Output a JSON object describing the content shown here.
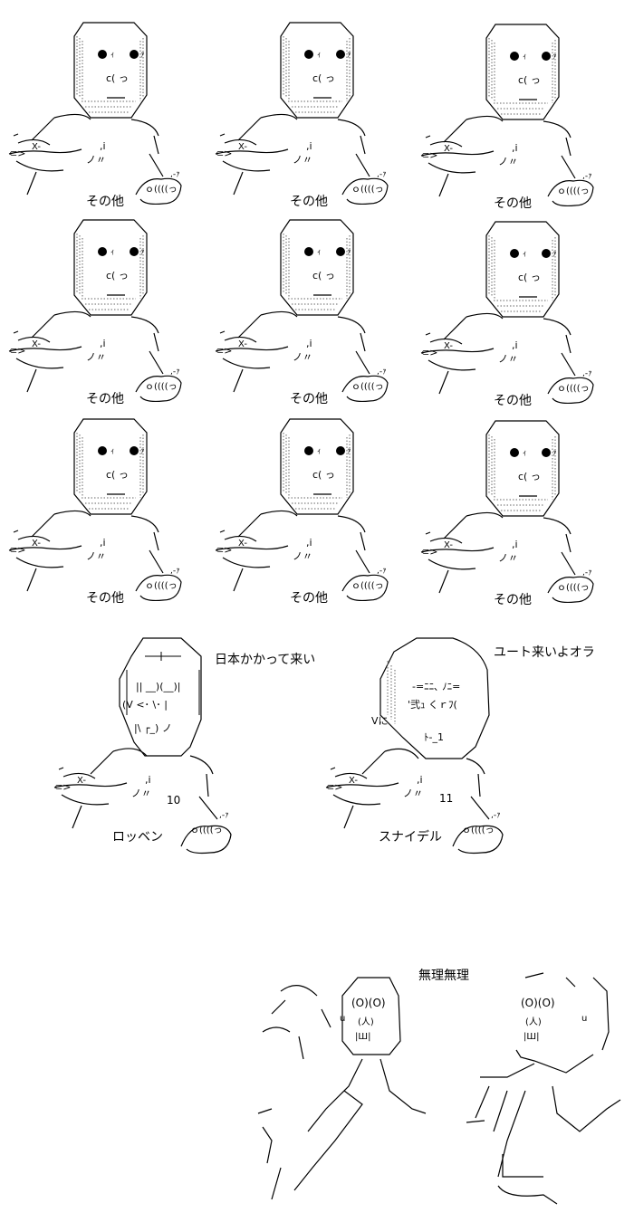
{
  "grid_figures": [
    {
      "label": "その他"
    },
    {
      "label": "その他"
    },
    {
      "label": "その他"
    },
    {
      "label": "その他"
    },
    {
      "label": "その他"
    },
    {
      "label": "その他"
    },
    {
      "label": "その他"
    },
    {
      "label": "その他"
    },
    {
      "label": "その他"
    }
  ],
  "robben": {
    "shout": "日本かかって来い",
    "number": "10",
    "name": "ロッベン"
  },
  "sneijder": {
    "shout": "ユート来いよオラ",
    "number": "11",
    "name": "スナイデル"
  },
  "fleeing": {
    "shout": "無理無理"
  },
  "colors": {
    "ink": "#000000",
    "background": "#ffffff"
  }
}
